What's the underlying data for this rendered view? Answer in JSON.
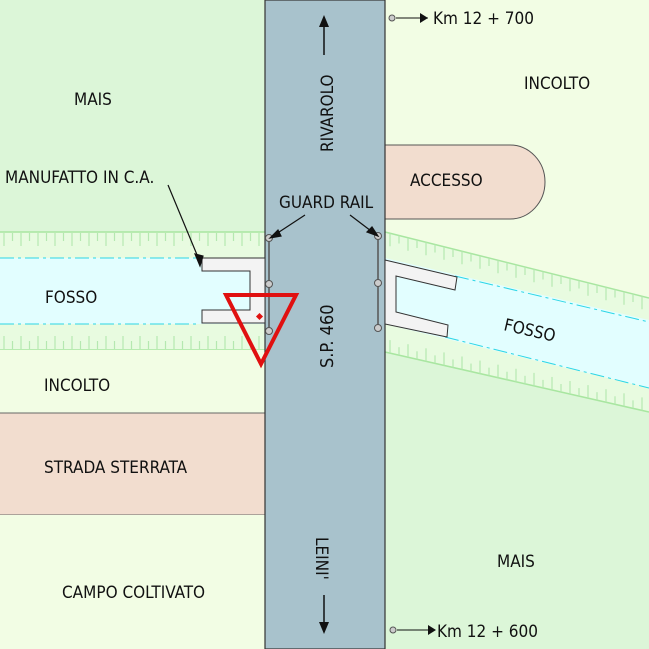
{
  "labels": {
    "mais_left": "MAIS",
    "manufatto": "MANUFATTO IN C.A.",
    "fosso_left": "FOSSO",
    "incolto_left": "INCOLTO",
    "strada_sterrata": "STRADA STERRATA",
    "campo_coltivato": "CAMPO COLTIVATO",
    "incolto_right": "INCOLTO",
    "accesso": "ACCESSO",
    "fosso_right": "FOSSO",
    "mais_right": "MAIS",
    "guard_rail": "GUARD RAIL",
    "rivarolo": "RIVAROLO",
    "leini": "LEINI'",
    "road": "S.P. 460",
    "km_top": "Km 12 + 700",
    "km_bottom": "Km 12 + 600"
  },
  "colors": {
    "road": "#a8c2cc",
    "green": "#dcf6d8",
    "pale": "#f2fde4",
    "dirt": "#f2ddcf",
    "water": "#e2feff",
    "bank": "#e8fbe0",
    "marker": "#e01010"
  }
}
